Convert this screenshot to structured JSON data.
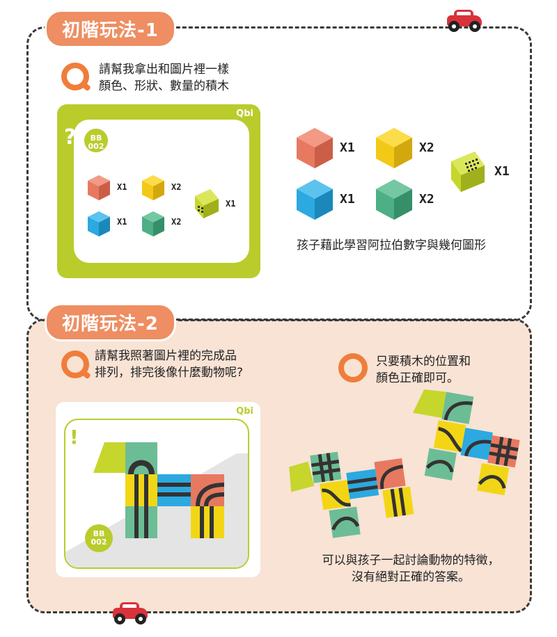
{
  "section1": {
    "tab": "初階玩法-1",
    "question_line1": "請幫我拿出和圖片裡一樣",
    "question_line2": "顏色、形狀、數量的積木",
    "card": {
      "brand": "Qbi",
      "code_top": "BB",
      "code_bottom": "002",
      "qmark": "?",
      "items": [
        {
          "color": "#e87961",
          "count": "X1"
        },
        {
          "color": "#f2c916",
          "count": "X2"
        },
        {
          "color": "#c6d62c",
          "count": "X1"
        },
        {
          "color": "#2ba9e0",
          "count": "X1"
        },
        {
          "color": "#4caf85",
          "count": "X2"
        }
      ]
    },
    "answer_items": [
      {
        "color": "#e87961",
        "count": "X1"
      },
      {
        "color": "#f2c916",
        "count": "X2"
      },
      {
        "color": "#c6d62c",
        "count": "X1"
      },
      {
        "color": "#2ba9e0",
        "count": "X1"
      },
      {
        "color": "#4caf85",
        "count": "X2"
      }
    ],
    "caption": "孩子藉此學習阿拉伯數字與幾何圖形"
  },
  "section2": {
    "tab": "初階玩法-2",
    "question_line1": "請幫我照著圖片裡的完成品",
    "question_line2": "排列，排完後像什麼動物呢?",
    "card": {
      "brand": "Qbi",
      "code_top": "BB",
      "code_bottom": "002",
      "mark": "!"
    },
    "answer_line1": "只要積木的位置和",
    "answer_line2": "顏色正確即可。",
    "caption_line1": "可以與孩子一起討論動物的特徵，",
    "caption_line2": "沒有絕對正確的答案。"
  },
  "colors": {
    "accent": "#ee8e62",
    "lime": "#b9cc2c",
    "peach_bg": "#f8e3d5",
    "orange": "#f07d3a"
  }
}
